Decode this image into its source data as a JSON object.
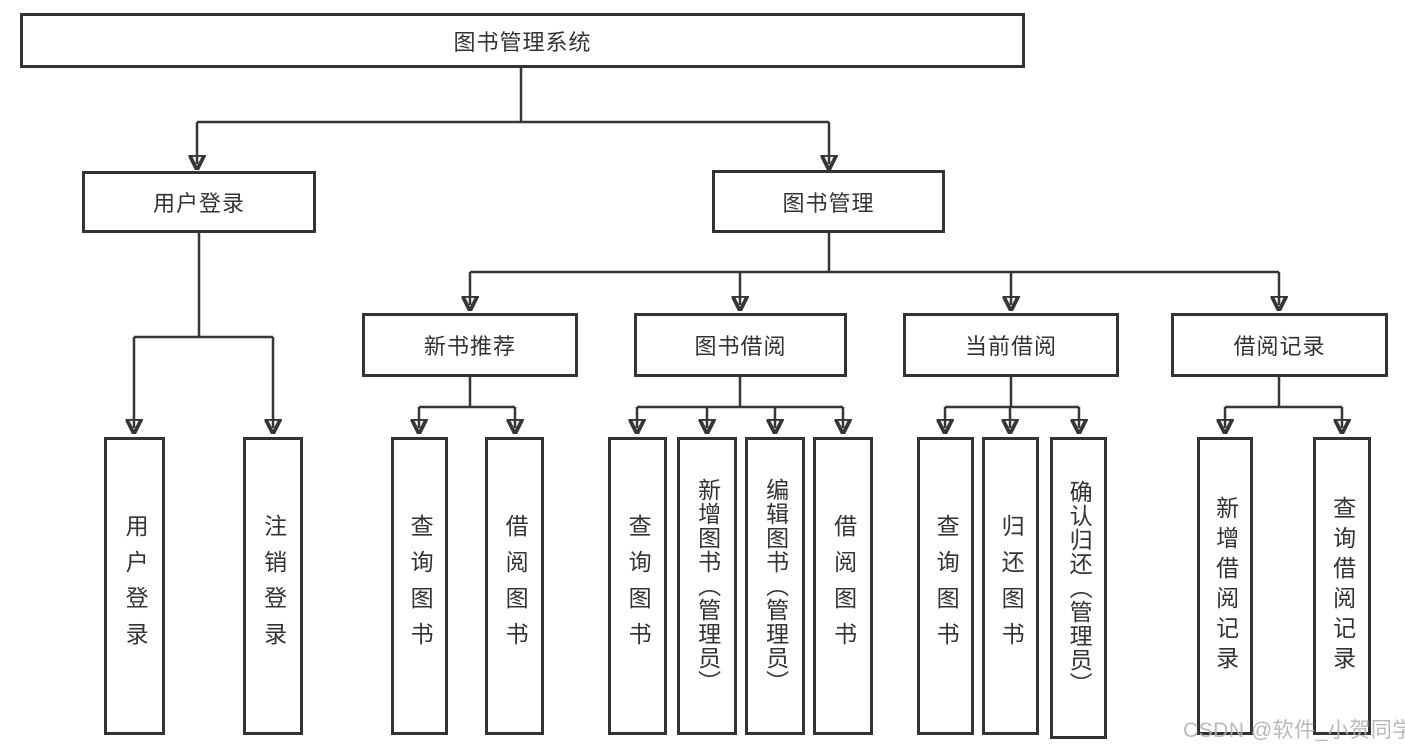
{
  "diagram": {
    "root": "图书管理系统",
    "branches": [
      {
        "label": "用户登录",
        "children": [
          "用户登录",
          "注销登录"
        ]
      },
      {
        "label": "图书管理",
        "groups": [
          {
            "label": "新书推荐",
            "children": [
              "查询图书",
              "借阅图书"
            ]
          },
          {
            "label": "图书借阅",
            "children": [
              "查询图书",
              "新增图书（管理员）",
              "编辑图书（管理员）",
              "借阅图书"
            ]
          },
          {
            "label": "当前借阅",
            "children": [
              "查询图书",
              "归还图书",
              "确认归还（管理员）"
            ]
          },
          {
            "label": "借阅记录",
            "children": [
              "新增借阅记录",
              "查询借阅记录"
            ]
          }
        ]
      }
    ]
  },
  "watermark": "CSDN @软件_小贺同学",
  "colors": {
    "line": "#363636",
    "border": "#333333",
    "text": "#333333",
    "watermark": "#b4b4b4",
    "background": "#ffffff"
  }
}
